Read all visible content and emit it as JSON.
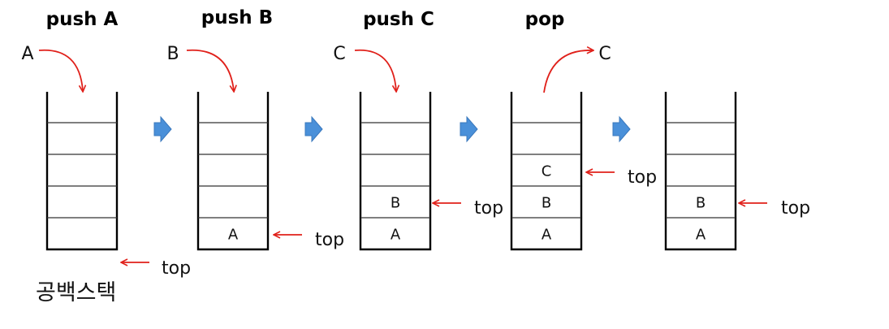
{
  "colors": {
    "operation": "#1f73c2",
    "arrow_red": "#e0201a",
    "flow_arrow": "#4a90d9",
    "stack_line": "#000000",
    "cell_line": "#333333"
  },
  "operations": [
    "push A",
    "push B",
    "push C",
    "pop"
  ],
  "pushed_items": [
    "A",
    "B",
    "C"
  ],
  "popped_item": "C",
  "top_label": "top",
  "empty_caption": "공백스택",
  "stacks": [
    {
      "cells": []
    },
    {
      "cells": [
        "A"
      ]
    },
    {
      "cells": [
        "A",
        "B"
      ]
    },
    {
      "cells": [
        "A",
        "B",
        "C"
      ]
    },
    {
      "cells": [
        "A",
        "B"
      ]
    }
  ]
}
